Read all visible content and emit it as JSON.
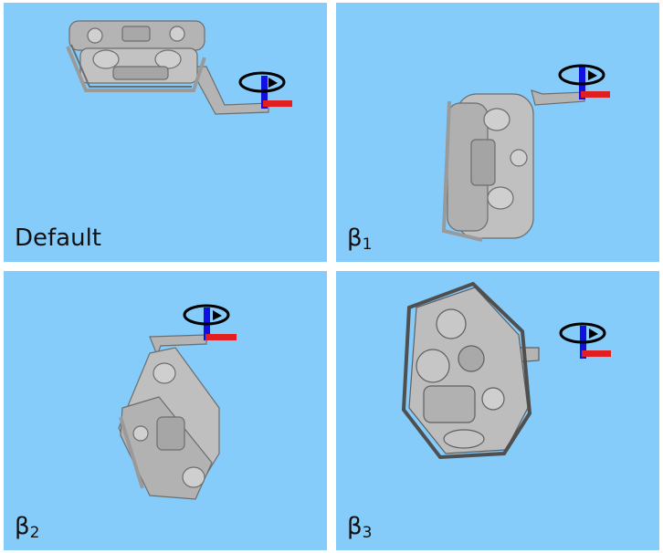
{
  "panels": [
    {
      "id": "default",
      "label": "Default",
      "sub": ""
    },
    {
      "id": "beta1",
      "label": "β",
      "sub": "1"
    },
    {
      "id": "beta2",
      "label": "β",
      "sub": "2"
    },
    {
      "id": "beta3",
      "label": "β",
      "sub": "3"
    }
  ],
  "colors": {
    "background": "#86ccfb",
    "vehicle": "#b5b5b5",
    "x_axis": "#e02020",
    "z_axis": "#1010e0",
    "ring": "#000000"
  },
  "icons": [
    "rov-model",
    "coordinate-frame-icon",
    "rotation-ring-icon"
  ]
}
